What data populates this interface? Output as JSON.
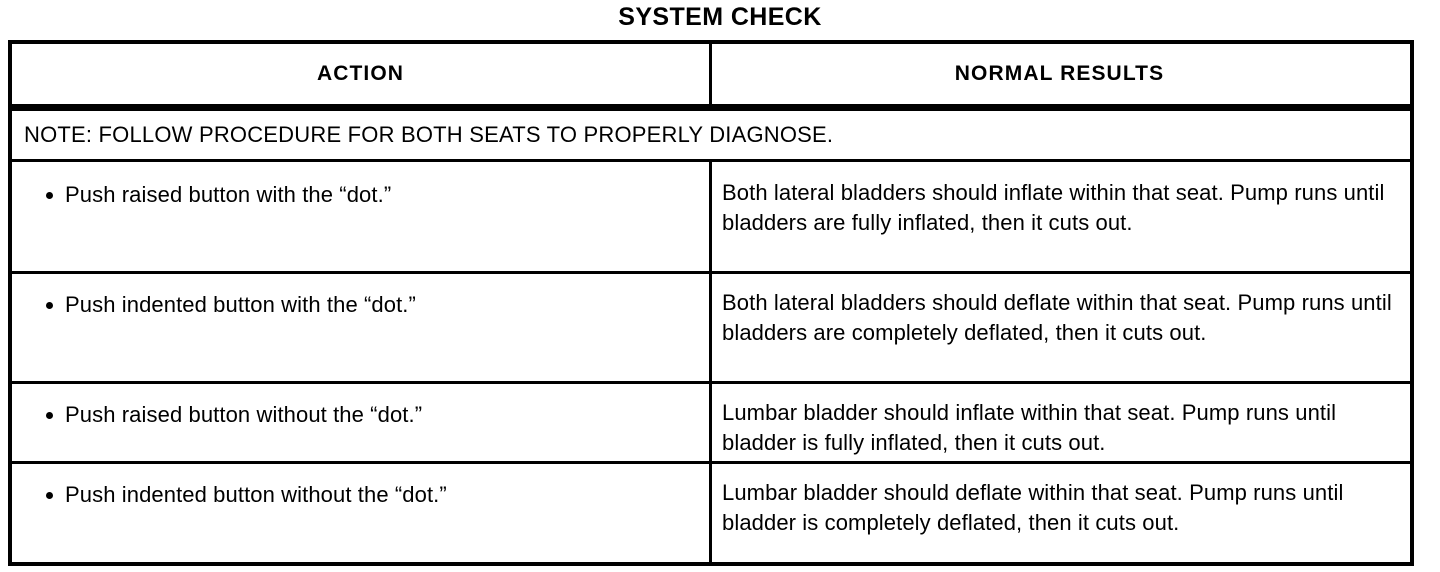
{
  "document": {
    "title": "SYSTEM CHECK"
  },
  "table": {
    "columns": [
      {
        "key": "action",
        "label": "ACTION"
      },
      {
        "key": "results",
        "label": "NORMAL RESULTS"
      }
    ],
    "note": "NOTE: FOLLOW PROCEDURE FOR BOTH SEATS TO PROPERLY DIAGNOSE.",
    "bullet_glyph": "•",
    "rows": [
      {
        "action": "Push raised button with the “dot.”",
        "results": "Both lateral bladders should inflate within that seat. Pump runs until bladders are fully inflated, then it cuts out."
      },
      {
        "action": "Push indented button with the “dot.”",
        "results": "Both lateral bladders should deflate within that seat. Pump runs until bladders are completely deflated, then it cuts out."
      },
      {
        "action": "Push raised button without the “dot.”",
        "results": "Lumbar bladder should inflate within that seat. Pump runs until bladder is fully inflated, then it cuts out."
      },
      {
        "action": "Push indented button without the “dot.”",
        "results": "Lumbar bladder should deflate within that seat. Pump runs until bladder is completely deflated, then it cuts out."
      }
    ]
  },
  "colors": {
    "ink": "#000000",
    "paper": "#ffffff"
  }
}
